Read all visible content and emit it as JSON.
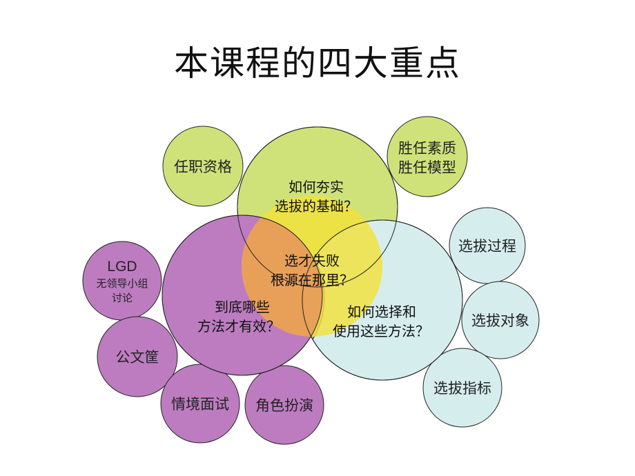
{
  "title": "本课程的四大重点",
  "colors": {
    "green": "#cfe27a",
    "purple": "#bd7cc0",
    "blue": "#d6edee",
    "yellow": "#f2e23a",
    "orange": "#e89a5a",
    "stroke": "#222222"
  },
  "main": {
    "top": {
      "line1": "如何夯实",
      "line2": "选拔的基础？"
    },
    "left": {
      "line1": "到底哪些",
      "line2": "方法才有效？"
    },
    "right": {
      "line1": "如何选择和",
      "line2": "使用这些方法？"
    },
    "center": {
      "line1": "选才失败",
      "line2": "根源在那里？"
    }
  },
  "satellites": {
    "job_qualification": "任职资格",
    "competency": {
      "line1": "胜任素质",
      "line2": "胜任模型"
    },
    "process": "选拔过程",
    "target": "选拔对象",
    "indicator": "选拔指标",
    "lgd": {
      "line1": "LGD",
      "line2": "无领导小组",
      "line3": "讨论"
    },
    "inbasket": "公文筐",
    "situational": "情境面试",
    "roleplay": "角色扮演"
  }
}
